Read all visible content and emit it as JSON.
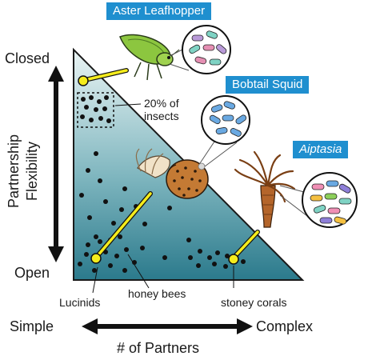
{
  "badges": {
    "aster": "Aster Leafhopper",
    "squid": "Bobtail Squid",
    "aiptasia": "Aiptasia"
  },
  "y_axis": {
    "top": "Closed",
    "bottom": "Open",
    "title_line1": "Partnership",
    "title_line2": "Flexibility"
  },
  "x_axis": {
    "left": "Simple",
    "right": "Complex",
    "title": "# of Partners"
  },
  "annotations": {
    "insects_line1": "20% of",
    "insects_line2": "insects",
    "lucinids": "Lucinids",
    "honey_bees": "honey bees",
    "stoney_corals": "stoney corals"
  },
  "colors": {
    "badge_blue": "#1f8fcf",
    "triangle_top": "#e6f1f1",
    "triangle_bottom": "#2f7f91",
    "highlight_yellow": "#f5ec1c",
    "dot_black": "#111111"
  }
}
